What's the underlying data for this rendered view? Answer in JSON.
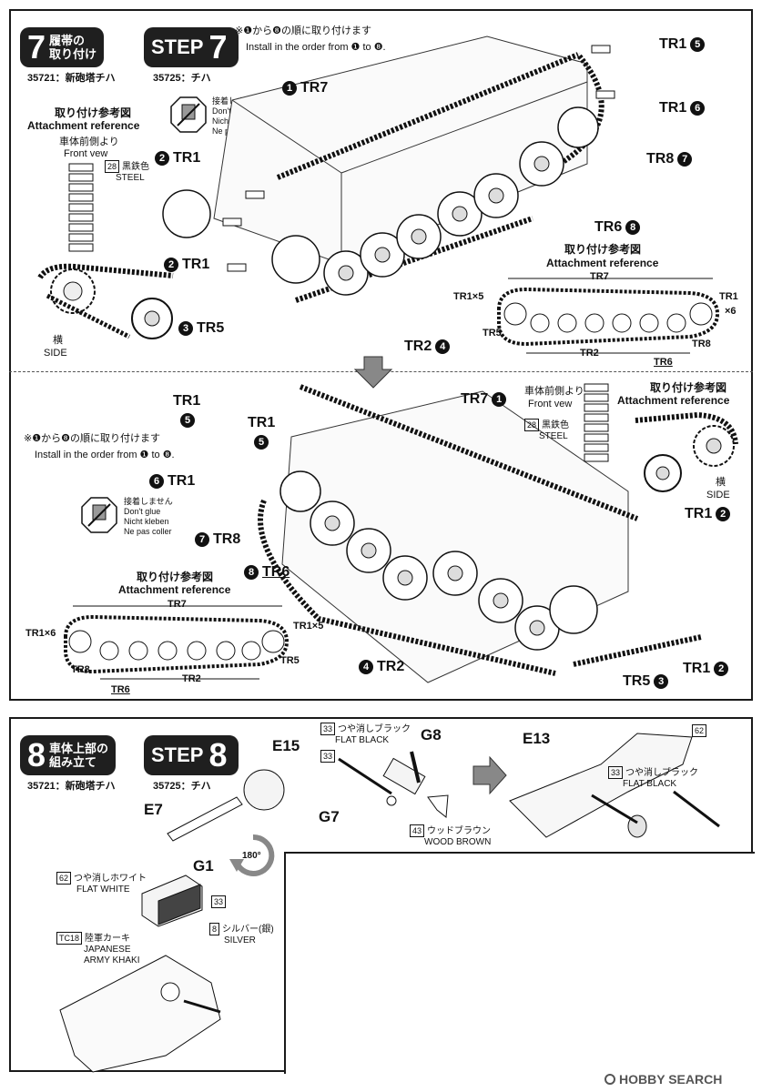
{
  "step7": {
    "badge_num": "7",
    "badge_ja_1": "履帯の",
    "badge_ja_2": "取り付け",
    "step_word": "STEP",
    "step_num": "7",
    "kit_a": "35721：新砲塔チハ",
    "kit_b": "35725：チハ",
    "note_ja": "※❶から❽の順に取り付けます",
    "note_en": "Install in the order from ❶ to ❽.",
    "noglue": [
      "接着しません",
      "Don't glue",
      "Nicht kleben",
      "Ne pas coller"
    ],
    "attach_ja": "取り付け参考図",
    "attach_en": "Attachment reference",
    "front_ja": "車体前側より",
    "front_en": "Front vew",
    "paint_code": "28",
    "paint_ja": "黒鉄色",
    "paint_en": "STEEL",
    "side_ja": "横",
    "side_en": "SIDE",
    "labels_top": [
      {
        "part": "TR7",
        "order": "1"
      },
      {
        "part": "TR1",
        "order": "2"
      },
      {
        "part": "TR1",
        "order": "2"
      },
      {
        "part": "TR5",
        "order": "3"
      },
      {
        "part": "TR2",
        "order": "4"
      },
      {
        "part": "TR1",
        "order": "5"
      },
      {
        "part": "TR1",
        "order": "6"
      },
      {
        "part": "TR8",
        "order": "7"
      },
      {
        "part": "TR6",
        "order": "8"
      }
    ],
    "ref_labels": {
      "tr7": "TR7",
      "tr1x5": "TR1×5",
      "tr1x6a": "TR1",
      "tr1x6b": "×6",
      "tr5": "TR5",
      "tr2": "TR2",
      "tr8": "TR8",
      "tr6": "TR6"
    },
    "labels_bottom": [
      {
        "part": "TR1",
        "order": "5"
      },
      {
        "part": "TR1",
        "order": "5"
      },
      {
        "part": "TR1",
        "order": "6"
      },
      {
        "part": "TR8",
        "order": "7"
      },
      {
        "part": "TR6",
        "order": "8"
      },
      {
        "part": "TR7",
        "order": "1"
      },
      {
        "part": "TR1",
        "order": "2"
      },
      {
        "part": "TR1",
        "order": "2"
      },
      {
        "part": "TR5",
        "order": "3"
      },
      {
        "part": "TR2",
        "order": "4"
      }
    ],
    "ref_bottom": {
      "tr7": "TR7",
      "tr1x6": "TR1×6",
      "tr1x5": "TR1×5",
      "tr8": "TR8",
      "tr2": "TR2",
      "tr6": "TR6",
      "tr5": "TR5"
    }
  },
  "step8": {
    "badge_num": "8",
    "badge_ja_1": "車体上部の",
    "badge_ja_2": "組み立て",
    "step_word": "STEP",
    "step_num": "8",
    "kit_a": "35721：新砲塔チハ",
    "kit_b": "35725：チハ",
    "parts": {
      "e15": "E15",
      "e7": "E7",
      "g8": "G8",
      "g7": "G7",
      "e13": "E13",
      "g1": "G1",
      "rot": "180°"
    },
    "paints": {
      "flat_black_code": "33",
      "flat_black_ja": "つや消しブラック",
      "flat_black_en": "FLAT BLACK",
      "wood_code": "43",
      "wood_ja": "ウッドブラウン",
      "wood_en": "WOOD BROWN",
      "flat_white_code": "62",
      "flat_white_ja": "つや消しホワイト",
      "flat_white_en": "FLAT WHITE",
      "khaki_code": "TC18",
      "khaki_ja": "陸軍カーキ",
      "khaki_en_1": "JAPANESE",
      "khaki_en_2": "ARMY KHAKI",
      "silver_code": "8",
      "silver_ja": "シルバー(銀)",
      "silver_en": "SILVER",
      "code_33b": "33",
      "code_62b": "62",
      "code_33c": "33"
    }
  },
  "watermark": "HOBBY SEARCH",
  "colors": {
    "ink": "#1a1a1a",
    "line": "#333333",
    "part_fill": "#f4f4f4"
  }
}
